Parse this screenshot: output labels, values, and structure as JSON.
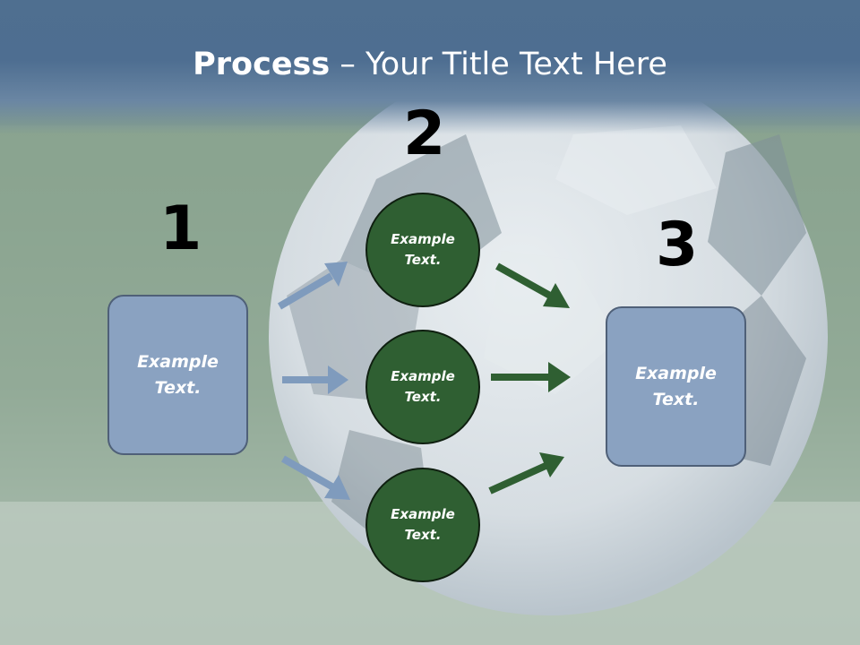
{
  "title": {
    "bold": "Process",
    "rest": " – Your Title Text Here"
  },
  "steps": {
    "one": {
      "number": "1",
      "line1": "Example",
      "line2": "Text."
    },
    "two": {
      "number": "2"
    },
    "three": {
      "number": "3",
      "line1": "Example",
      "line2": "Text."
    }
  },
  "circles": [
    {
      "line1": "Example",
      "line2": "Text."
    },
    {
      "line1": "Example",
      "line2": "Text."
    },
    {
      "line1": "Example",
      "line2": "Text."
    }
  ],
  "colors": {
    "box_fill": "#8aa2c1",
    "circle_fill": "#2f5f32",
    "arrow_blue": "#7f9bbd",
    "arrow_green": "#2f5f32",
    "title_band": "#4e6e91"
  }
}
